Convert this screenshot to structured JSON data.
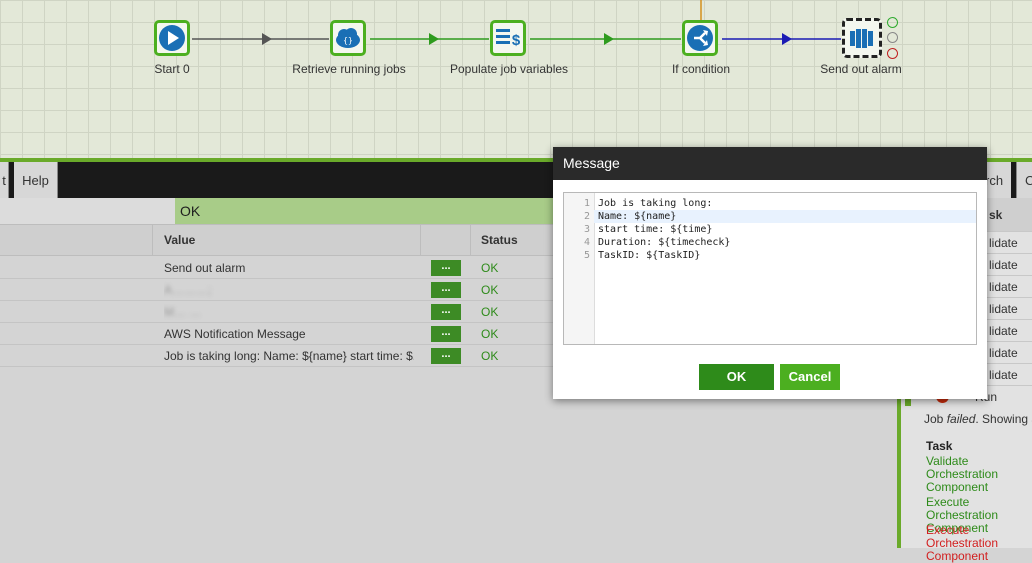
{
  "workflow": {
    "nodes": [
      {
        "label": "Start 0",
        "icon": "play-icon"
      },
      {
        "label": "Retrieve running jobs",
        "icon": "cloud-api-icon"
      },
      {
        "label": "Populate job variables",
        "icon": "list-dollar-icon"
      },
      {
        "label": "If condition",
        "icon": "branch-icon"
      },
      {
        "label": "Send out alarm",
        "icon": "sns-alarm-icon"
      }
    ],
    "connector_colors": {
      "unconditional": "#555555",
      "success": "#2e9b1e",
      "true_branch": "#1b1bb4"
    },
    "status_dot_colors": [
      "#2eaa2e",
      "#888888",
      "#c02020"
    ]
  },
  "menubar": {
    "tabs": [
      {
        "label": "t"
      },
      {
        "label": "Help"
      }
    ]
  },
  "validation": {
    "status": "OK"
  },
  "grid": {
    "columns": [
      "Value",
      "Status"
    ],
    "rows": [
      {
        "value": "Send out alarm",
        "button": "...",
        "status": "OK",
        "blurred": false
      },
      {
        "value": "A………;",
        "button": "...",
        "status": "OK",
        "blurred": true
      },
      {
        "value": "M… …",
        "button": "...",
        "status": "OK",
        "blurred": true
      },
      {
        "value": "AWS Notification Message",
        "button": "...",
        "status": "OK",
        "blurred": false
      },
      {
        "value": "Job is taking long: Name: ${name} start time: $...",
        "button": "...",
        "status": "OK",
        "blurred": false
      }
    ]
  },
  "right_panel": {
    "tab_partial_1": "rch",
    "tab_partial_2": "C",
    "column_header": "sk",
    "rows": [
      "lidate",
      "lidate",
      "lidate",
      "lidate",
      "lidate",
      "lidate",
      "lidate"
    ],
    "run_label": "Run",
    "job_status_prefix": "Job ",
    "job_status_word": "failed",
    "job_status_suffix": ". Showing all",
    "task_header": "Task",
    "task_items": [
      {
        "text": "Validate Orchestration Component",
        "color": "#2e8b1a"
      },
      {
        "text": "Execute Orchestration Component",
        "color": "#2e8b1a"
      },
      {
        "text": "Execute Orchestration Component",
        "color": "#d21f1f"
      }
    ]
  },
  "dialog": {
    "title": "Message",
    "lines": [
      {
        "num": "1",
        "text": "Job is taking long:"
      },
      {
        "num": "2",
        "text": "Name: ${name}"
      },
      {
        "num": "3",
        "text": "start time: ${time}"
      },
      {
        "num": "4",
        "text": "Duration: ${timecheck}"
      },
      {
        "num": "5",
        "text": "TaskID: ${TaskID}"
      }
    ],
    "ok_label": "OK",
    "cancel_label": "Cancel"
  },
  "colors": {
    "accent_green": "#4caf20",
    "button_green": "#3d8b25",
    "ok_green": "#2e8b1a",
    "dialog_title": "#2a2a2a"
  }
}
